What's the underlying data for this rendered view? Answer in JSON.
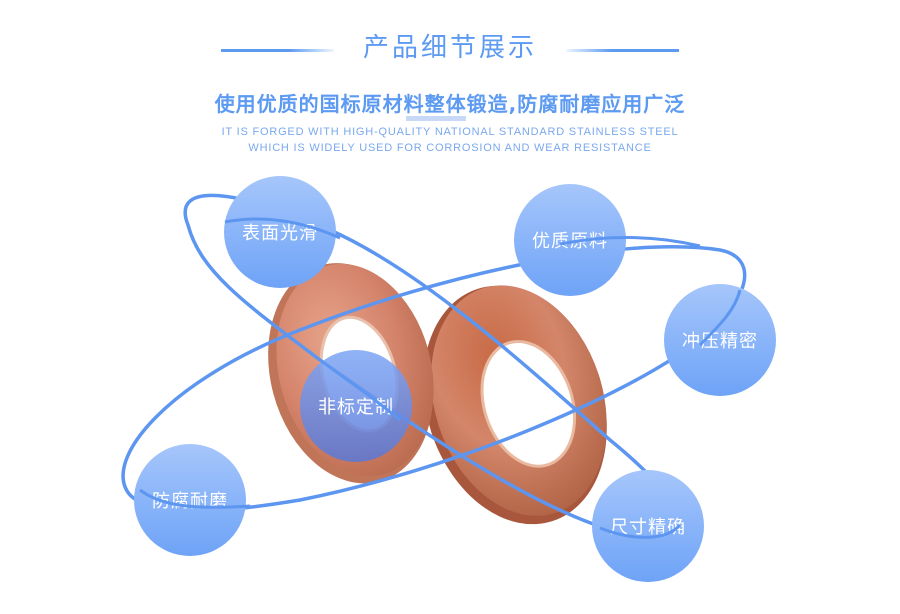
{
  "header": {
    "title": "产品细节展示",
    "subtitle": "使用优质的国标原材料整体锻造,防腐耐磨应用广泛",
    "english_line_1": "IT IS FORGED WITH HIGH-QUALITY NATIONAL STANDARD STAINLESS STEEL",
    "english_line_2": "WHICH IS WIDELY USED FOR CORROSION AND WEAR RESISTANCE"
  },
  "features": [
    {
      "label": "表面光滑"
    },
    {
      "label": "优质原料"
    },
    {
      "label": "冲压精密"
    },
    {
      "label": "非标定制"
    },
    {
      "label": "防腐耐磨"
    },
    {
      "label": "尺寸精确"
    }
  ],
  "product": {
    "name": "copper-washers"
  },
  "colors": {
    "accent": "#5d9af2",
    "bubble_top": "#a6c6fb",
    "bubble_bottom": "#6ea3f7",
    "copper": "#d4836a",
    "copper_dark": "#b86a4e"
  }
}
